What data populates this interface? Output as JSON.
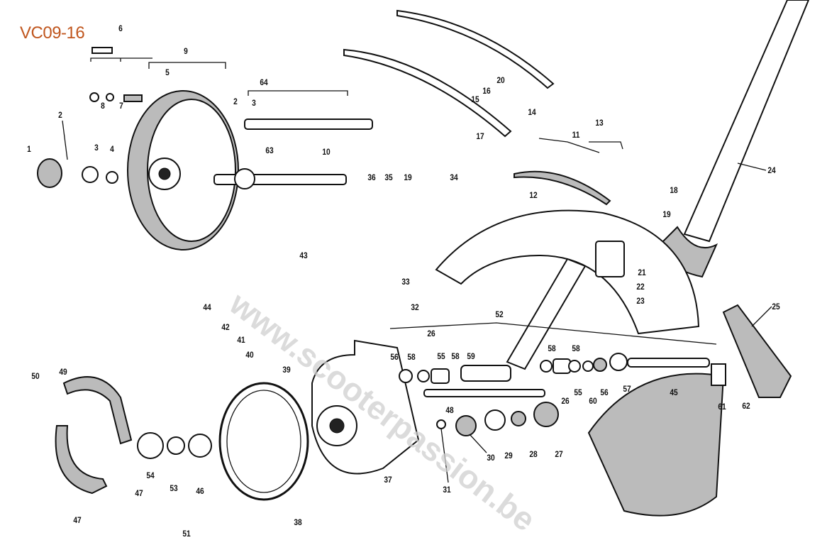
{
  "title": "VC09-16",
  "watermark": "www.scooterpassion.be",
  "part_labels": [
    "6",
    "9",
    "5",
    "8",
    "7",
    "2",
    "1",
    "3",
    "4",
    "64",
    "2",
    "3",
    "63",
    "10",
    "36",
    "35",
    "19",
    "34",
    "12",
    "11",
    "13",
    "24",
    "18",
    "19",
    "21",
    "22",
    "23",
    "43",
    "44",
    "42",
    "41",
    "40",
    "39",
    "33",
    "32",
    "52",
    "26",
    "56",
    "58",
    "55",
    "58",
    "59",
    "58",
    "58",
    "55",
    "56",
    "60",
    "57",
    "45",
    "26",
    "61",
    "62",
    "25",
    "48",
    "31",
    "30",
    "29",
    "28",
    "27",
    "37",
    "38",
    "46",
    "53",
    "54",
    "47",
    "47",
    "49",
    "50",
    "51",
    "17",
    "14",
    "20",
    "16",
    "15"
  ],
  "accent_color": "#c0561e"
}
